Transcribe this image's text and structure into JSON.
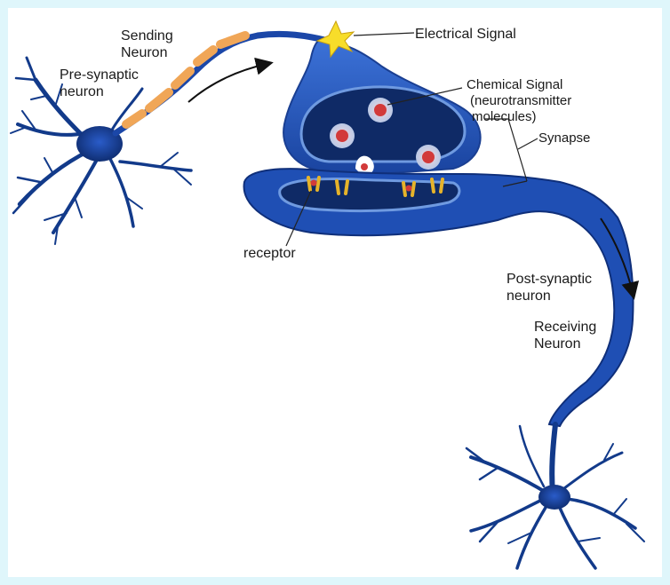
{
  "diagram": {
    "labels": {
      "sending_line1": "Sending",
      "sending_line2": "Neuron",
      "presyn_line1": "Pre-synaptic",
      "presyn_line2": "neuron",
      "electrical_signal": "Electrical Signal",
      "chemical_line1": "Chemical Signal",
      "chemical_line2": "(neurotransmitter",
      "chemical_line3": "molecules)",
      "synapse": "Synapse",
      "receptor": "receptor",
      "postsyn_line1": "Post-synaptic",
      "postsyn_line2": "neuron",
      "receiving_line1": "Receiving",
      "receiving_line2": "Neuron"
    },
    "colors": {
      "background": "#dff6fb",
      "neuron_dark": "#0d2a6b",
      "neuron_blue": "#1f4fb4",
      "neuron_light": "#3c72d8",
      "myelin": "#f0a657",
      "vesicle": "#d23a3a",
      "receptor": "#e6b32a",
      "spark": "#f7dd2a"
    }
  }
}
